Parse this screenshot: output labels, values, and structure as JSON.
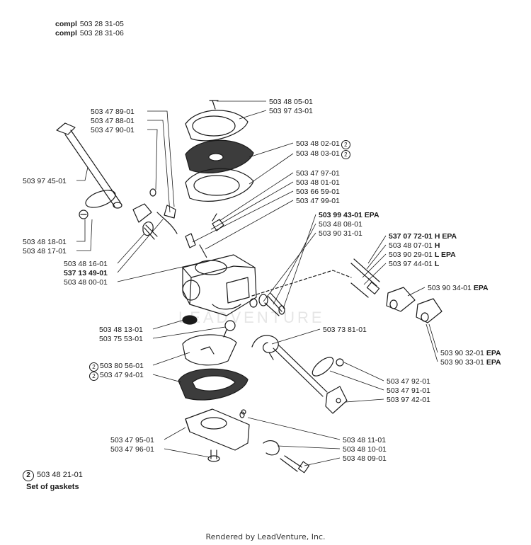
{
  "header": {
    "lines": [
      {
        "k": "compl",
        "v": "503 28 31-05"
      },
      {
        "k": "compl",
        "v": "503 28 31-06"
      }
    ]
  },
  "labels": {
    "l01": "503 48 05-01",
    "l02": "503 97 43-01",
    "l03": "503 48 02-01",
    "l04": "503 48 03-01",
    "l05": "503 47 97-01",
    "l06": "503 48 01-01",
    "l07": "503 66 59-01",
    "l08": "503 47 99-01",
    "l09": "503 99 43-01 EPA",
    "l10": "503 48 08-01",
    "l11": "503 90 31-01",
    "l12a": "537 07 72-01",
    "l12b": "H EPA",
    "l13a": "503 48 07-01",
    "l13b": "H",
    "l14a": "503 90 29-01",
    "l14b": "L EPA",
    "l15a": "503 97 44-01",
    "l15b": "L",
    "l16a": "503 90 34-01",
    "l16b": "EPA",
    "l17": "503 47 89-01",
    "l18": "503 47 88-01",
    "l19": "503 47 90-01",
    "l20": "503 97 45-01",
    "l21": "503 48 18-01",
    "l22": "503 48 17-01",
    "l23": "503 48 16-01",
    "l24": "537 13 49-01",
    "l25": "503 48 00-01",
    "l26": "503 48 13-01",
    "l27": "503 75 53-01",
    "l28": "503 73 81-01",
    "l29": "503 80 56-01",
    "l30": "503 47 94-01",
    "l31a": "503 90 32-01",
    "l31b": "EPA",
    "l32a": "503 90 33-01",
    "l32b": "EPA",
    "l33": "503 47 92-01",
    "l34": "503 47 91-01",
    "l35": "503 97 42-01",
    "l36": "503 47 95-01",
    "l37": "503 47 96-01",
    "l38": "503 48 11-01",
    "l39": "503 48 10-01",
    "l40": "503 48 09-01",
    "circle_mark": "2"
  },
  "legend": {
    "num": "2",
    "part": "503 48 21-01",
    "text": "Set of gaskets"
  },
  "watermark": "LEADVENTURE",
  "footer": "Rendered by LeadVenture, Inc."
}
